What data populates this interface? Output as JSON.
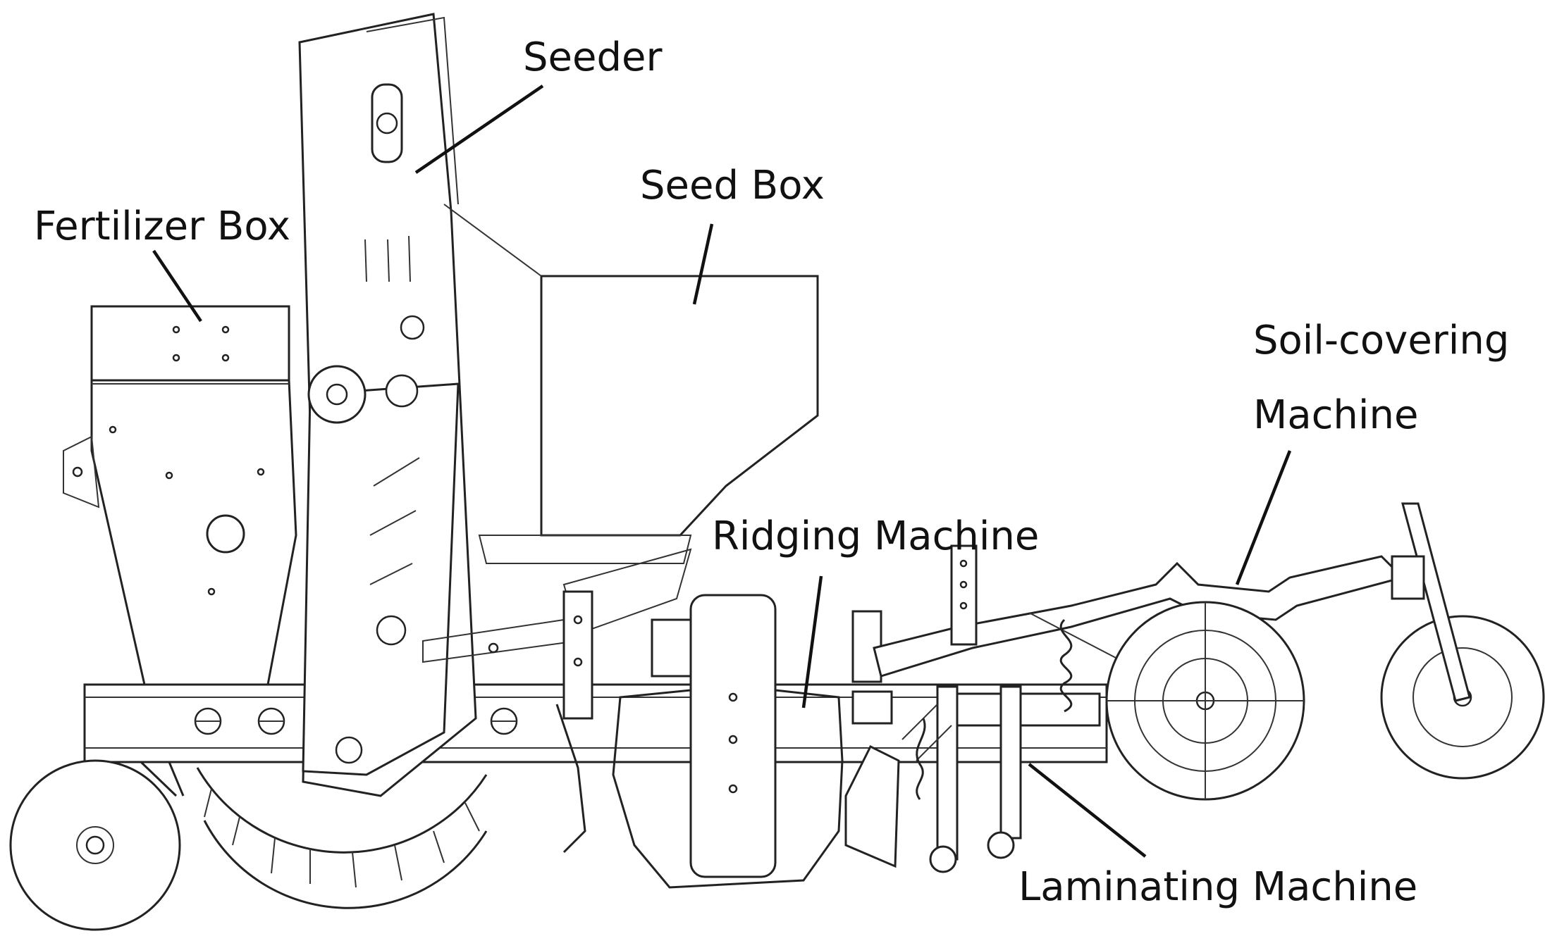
{
  "labels": {
    "seeder": "Seeder",
    "seed_box": "Seed Box",
    "fertilizer_box": "Fertilizer Box",
    "soil_covering_line1": "Soil-covering",
    "soil_covering_line2": "Machine",
    "ridging_machine": "Ridging Machine",
    "laminating_machine": "Laminating Machine"
  },
  "colors": {
    "line": "#222222",
    "background": "#ffffff",
    "text": "#111111"
  }
}
